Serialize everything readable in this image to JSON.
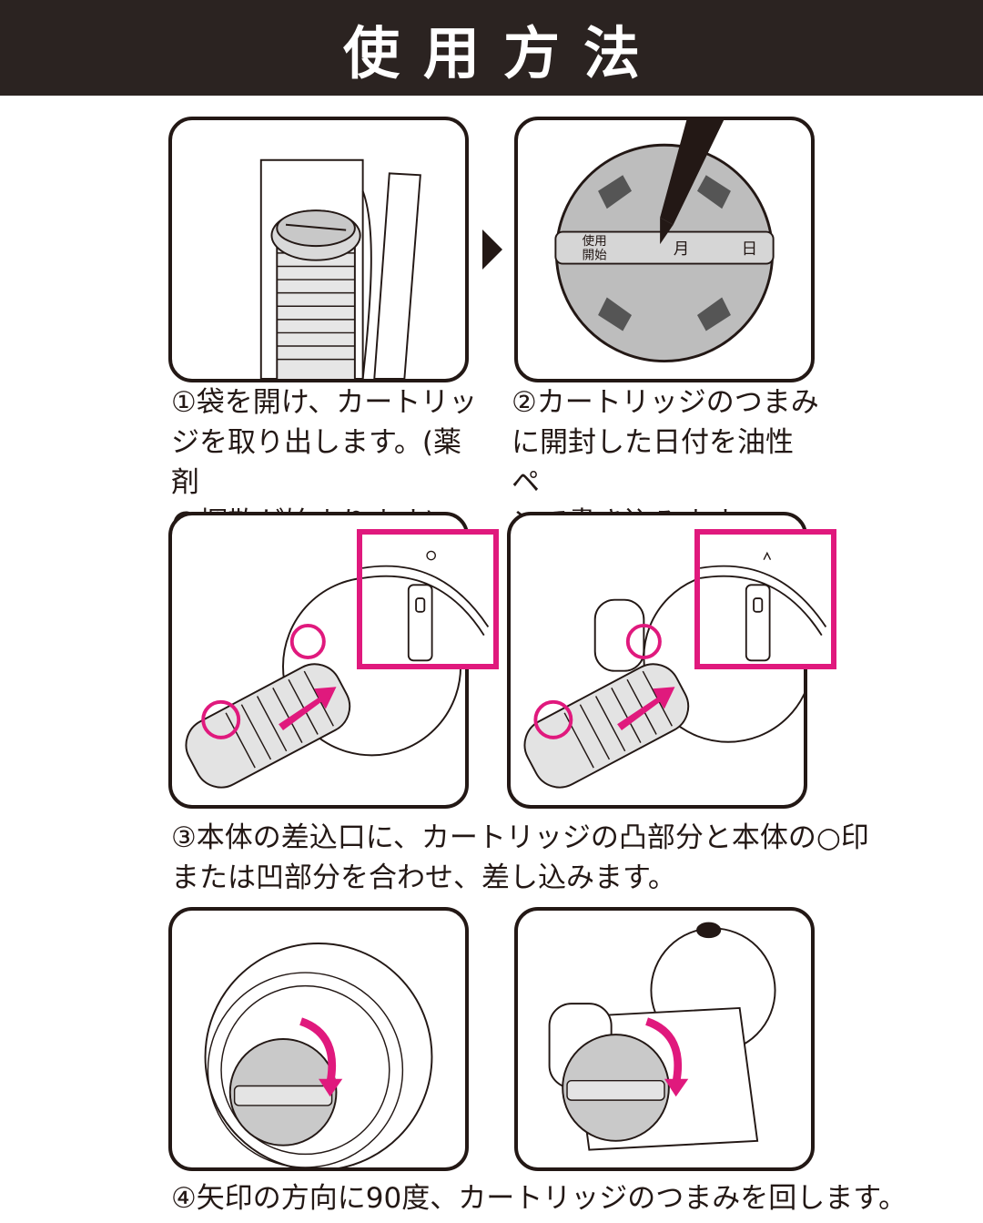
{
  "header": {
    "title": "使用方法"
  },
  "steps": {
    "step1_caption": "①袋を開け、カートリッ\nジを取り出します。(薬剤\nの揮散が始まります)",
    "step2_caption": "②カートリッジのつまみ\nに開封した日付を油性ペ\nンで書き込みます。",
    "step3_caption": "③本体の差込口に、カートリッジの凸部分と本体の○印\nまたは凹部分を合わせ、差し込みます。",
    "step4_caption": "④矢印の方向に90度、カートリッジのつまみを回します。"
  },
  "cap_label": {
    "start_line1": "使用",
    "start_line2": "開始",
    "month": "月",
    "day": "日"
  },
  "colors": {
    "header_bg": "#2b2321",
    "accent_magenta": "#e0197d",
    "cap_gray": "#bdbdbd",
    "ink": "#231815"
  }
}
